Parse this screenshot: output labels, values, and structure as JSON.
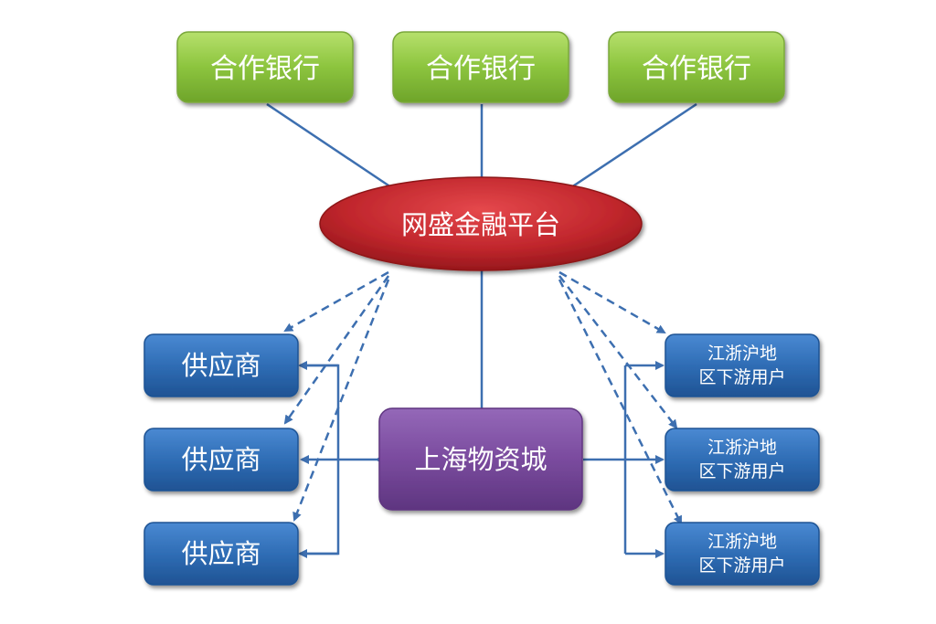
{
  "banks": [
    {
      "label": "合作银行"
    },
    {
      "label": "合作银行"
    },
    {
      "label": "合作银行"
    }
  ],
  "platform": {
    "label": "网盛金融平台"
  },
  "mall": {
    "label": "上海物资城"
  },
  "suppliers": [
    {
      "label": "供应商"
    },
    {
      "label": "供应商"
    },
    {
      "label": "供应商"
    }
  ],
  "customers": [
    {
      "line1": "江浙沪地",
      "line2": "区下游用户"
    },
    {
      "line1": "江浙沪地",
      "line2": "区下游用户"
    },
    {
      "line1": "江浙沪地",
      "line2": "区下游用户"
    }
  ],
  "colors": {
    "bank": "#8cc43e",
    "platform": "#c0262c",
    "mall": "#7a4b9e",
    "node_blue": "#2f6db5",
    "connector": "#3d6fb0"
  }
}
